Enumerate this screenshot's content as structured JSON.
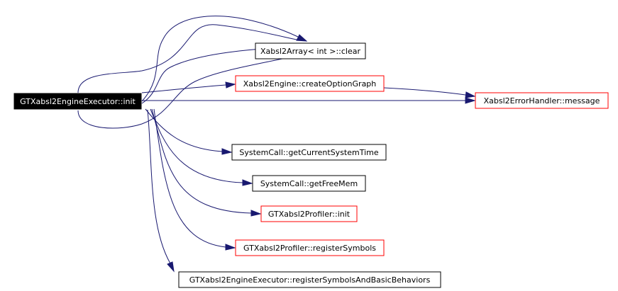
{
  "graph": {
    "root": "GTXabsl2EngineExecutor::init",
    "nodes": [
      {
        "id": "n0",
        "label": "GTXabsl2EngineExecutor::init",
        "style": "root"
      },
      {
        "id": "n1",
        "label": "Xabsl2Array< int >::clear",
        "style": "plain"
      },
      {
        "id": "n2",
        "label": "Xabsl2Engine::createOptionGraph",
        "style": "truncated"
      },
      {
        "id": "n3",
        "label": "Xabsl2ErrorHandler::message",
        "style": "truncated"
      },
      {
        "id": "n4",
        "label": "SystemCall::getCurrentSystemTime",
        "style": "plain"
      },
      {
        "id": "n5",
        "label": "SystemCall::getFreeMem",
        "style": "plain"
      },
      {
        "id": "n6",
        "label": "GTXabsl2Profiler::init",
        "style": "truncated"
      },
      {
        "id": "n7",
        "label": "GTXabsl2Profiler::registerSymbols",
        "style": "truncated"
      },
      {
        "id": "n8",
        "label": "GTXabsl2EngineExecutor::registerSymbolsAndBasicBehaviors",
        "style": "plain"
      }
    ],
    "edges": [
      {
        "from": "n0",
        "to": "n1"
      },
      {
        "from": "n0",
        "to": "n1"
      },
      {
        "from": "n0",
        "to": "n1"
      },
      {
        "from": "n0",
        "to": "n1"
      },
      {
        "from": "n0",
        "to": "n2"
      },
      {
        "from": "n0",
        "to": "n3"
      },
      {
        "from": "n2",
        "to": "n3"
      },
      {
        "from": "n0",
        "to": "n4"
      },
      {
        "from": "n0",
        "to": "n5"
      },
      {
        "from": "n0",
        "to": "n6"
      },
      {
        "from": "n0",
        "to": "n7"
      },
      {
        "from": "n0",
        "to": "n8"
      }
    ],
    "colors": {
      "edge": "#191970",
      "root_fill": "#000000",
      "root_text": "#ffffff",
      "plain_border": "#000000",
      "truncated_border": "#ff0000",
      "node_fill": "#ffffff",
      "text": "#000000"
    }
  }
}
